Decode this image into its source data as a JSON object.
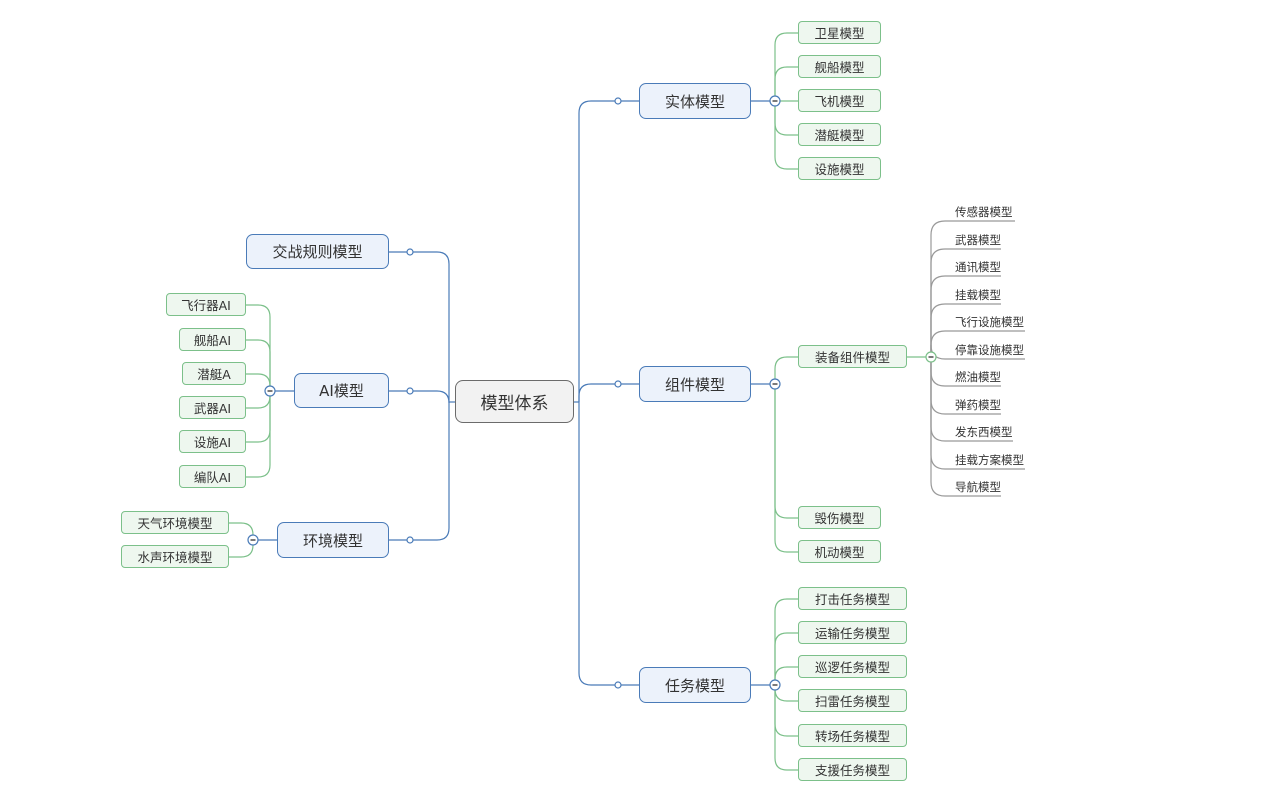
{
  "colors": {
    "main_line": "#4a7bb8",
    "sub_line": "#7cc08a",
    "leaf_line": "#999999"
  },
  "root": {
    "label": "模型体系"
  },
  "right": [
    {
      "label": "实体模型",
      "collapse": true,
      "children": [
        "卫星模型",
        "舰船模型",
        "飞机模型",
        "潜艇模型",
        "设施模型"
      ]
    },
    {
      "label": "组件模型",
      "collapse": true,
      "children": [
        {
          "label": "装备组件模型",
          "collapse": true,
          "children": [
            "传感器模型",
            "武器模型",
            "通讯模型",
            "挂载模型",
            "飞行设施模型",
            "停靠设施模型",
            "燃油模型",
            "弹药模型",
            "发东西模型",
            "挂载方案模型",
            "导航模型"
          ]
        },
        {
          "label": "毁伤模型"
        },
        {
          "label": "机动模型"
        }
      ]
    },
    {
      "label": "任务模型",
      "collapse": true,
      "children": [
        "打击任务模型",
        "运输任务模型",
        "巡逻任务模型",
        "扫雷任务模型",
        "转场任务模型",
        "支援任务模型"
      ]
    }
  ],
  "left": [
    {
      "label": "交战规则模型",
      "children": []
    },
    {
      "label": "AI模型",
      "collapse": true,
      "children": [
        "飞行器AI",
        "舰船AI",
        "潜艇A",
        "武器AI",
        "设施AI",
        "编队AI"
      ]
    },
    {
      "label": "环境模型",
      "collapse": true,
      "children": [
        "天气环境模型",
        "水声环境模型"
      ]
    }
  ]
}
